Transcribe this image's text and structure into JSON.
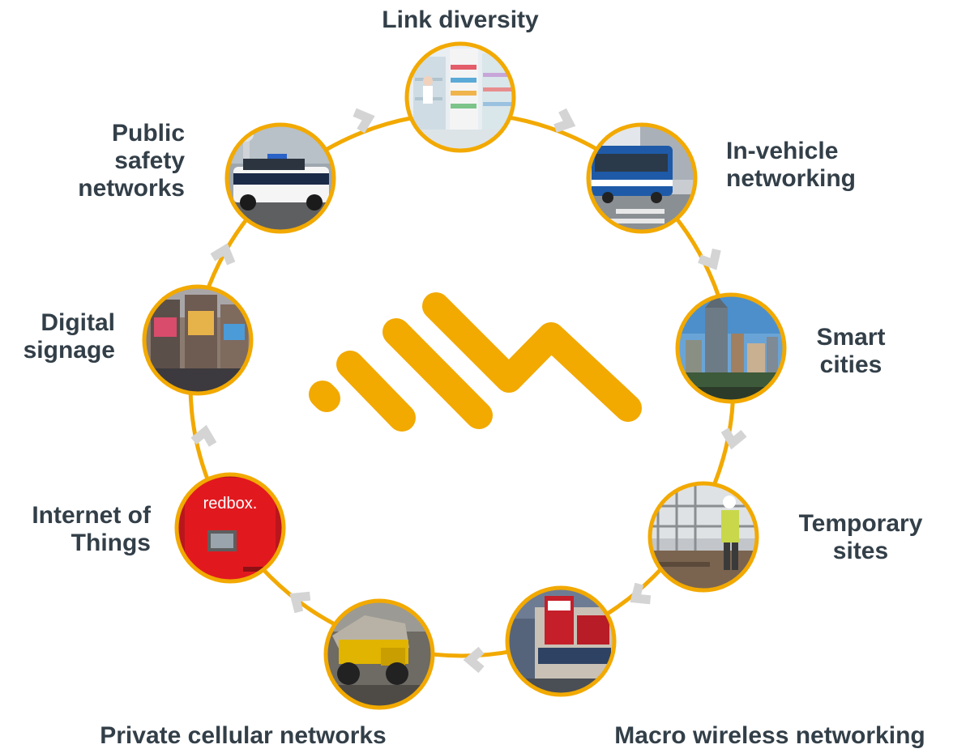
{
  "colors": {
    "ring": "#f2a900",
    "arrow": "#d4d4d4",
    "text": "#333f48",
    "logo": "#f2a900"
  },
  "logo": {
    "name": "company-logo"
  },
  "nodes": [
    {
      "id": "link-diversity",
      "label": "Link diversity",
      "image": "pharmacy-shelves-photo"
    },
    {
      "id": "in-vehicle-networking",
      "label": "In-vehicle\nnetworking",
      "image": "city-bus-photo"
    },
    {
      "id": "smart-cities",
      "label": "Smart\ncities",
      "image": "city-skyline-photo"
    },
    {
      "id": "temporary-sites",
      "label": "Temporary\nsites",
      "image": "construction-worker-photo"
    },
    {
      "id": "macro-wireless-networking",
      "label": "Macro wireless networking",
      "image": "retail-storefront-photo"
    },
    {
      "id": "private-cellular-networks",
      "label": "Private cellular networks",
      "image": "mining-truck-photo"
    },
    {
      "id": "internet-of-things",
      "label": "Internet of\nThings",
      "image": "redbox-kiosk-photo"
    },
    {
      "id": "digital-signage",
      "label": "Digital\nsignage",
      "image": "times-square-photo"
    },
    {
      "id": "public-safety-networks",
      "label": "Public\nsafety\nnetworks",
      "image": "police-suv-photo"
    }
  ],
  "kiosk_text": "redbox."
}
